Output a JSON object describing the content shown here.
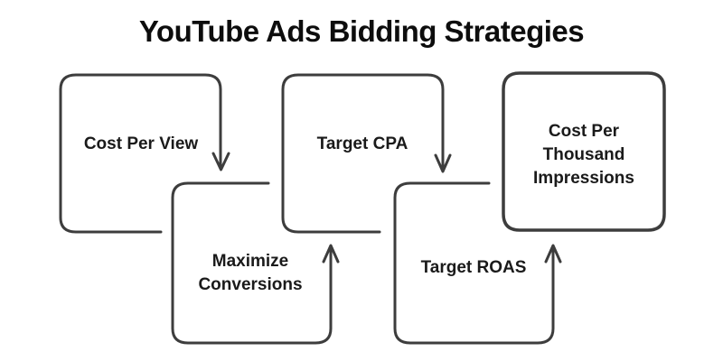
{
  "title": "YouTube Ads Bidding Strategies",
  "diagram": {
    "type": "flowchart",
    "style": "hand-drawn rounded boxes, zigzag top/bottom layout",
    "nodes": [
      {
        "id": "cost-per-view",
        "label": "Cost Per View",
        "row": "top",
        "order": 1
      },
      {
        "id": "maximize-conversions",
        "label": "Maximize Conversions",
        "row": "bottom",
        "order": 2
      },
      {
        "id": "target-cpa",
        "label": "Target CPA",
        "row": "top",
        "order": 3
      },
      {
        "id": "target-roas",
        "label": "Target ROAS",
        "row": "bottom",
        "order": 4
      },
      {
        "id": "cost-per-thousand-impressions",
        "label": "Cost Per Thousand Impressions",
        "row": "top",
        "order": 5
      }
    ],
    "edges": [
      {
        "from": "cost-per-view",
        "to": "maximize-conversions",
        "direction": "down"
      },
      {
        "from": "maximize-conversions",
        "to": "target-cpa",
        "direction": "up"
      },
      {
        "from": "target-cpa",
        "to": "target-roas",
        "direction": "down"
      },
      {
        "from": "target-roas",
        "to": "cost-per-thousand-impressions",
        "direction": "up"
      }
    ],
    "colors": {
      "background": "#ffffff",
      "stroke": "#3d3d3d",
      "label_text": "#1a1a1a",
      "title_text": "#0d0d0d"
    }
  }
}
